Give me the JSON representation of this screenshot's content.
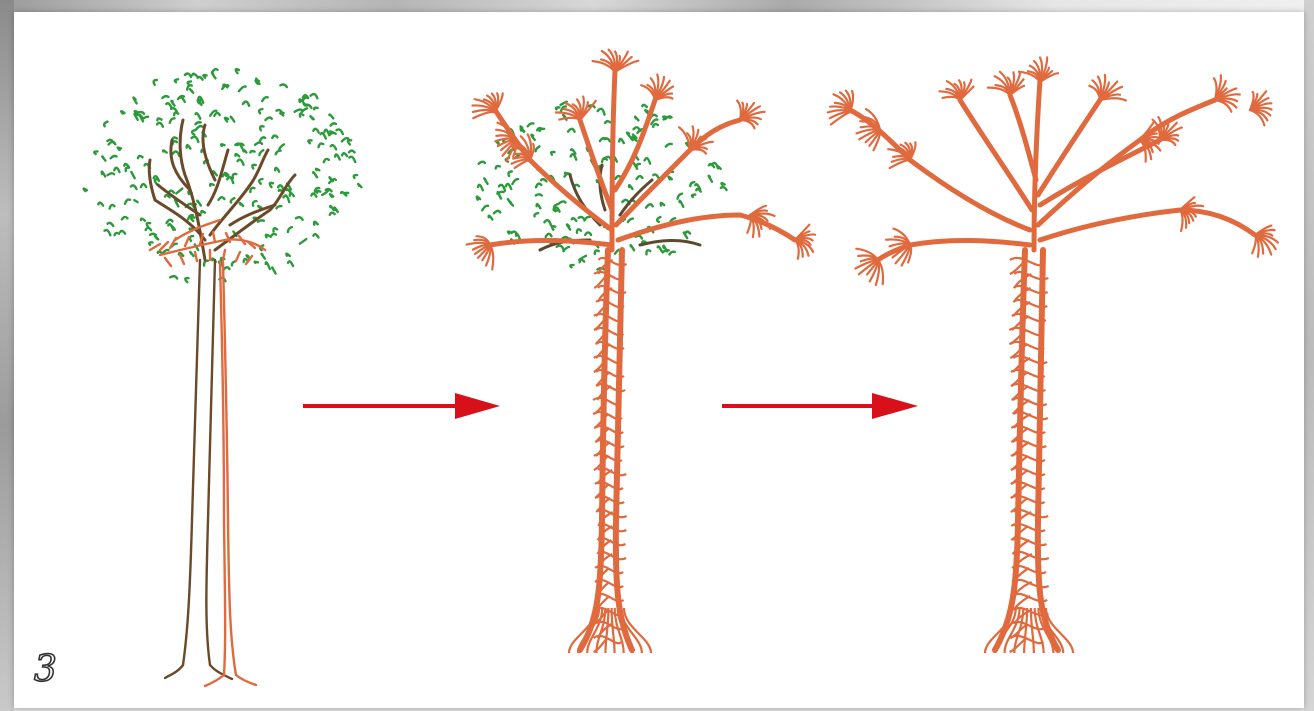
{
  "figure_label": "3",
  "stages": [
    {
      "name": "host-tree-with-young-vine"
    },
    {
      "name": "vine-overtaking-host"
    },
    {
      "name": "vine-only-tree"
    }
  ],
  "colors": {
    "foliage": "#2a9a3a",
    "host_trunk": "#6b4a2a",
    "vine": "#e06a3e",
    "arrow": "#d8101a",
    "background": "#ffffff"
  },
  "icons": {
    "progression_arrow": "right-arrow-icon"
  }
}
